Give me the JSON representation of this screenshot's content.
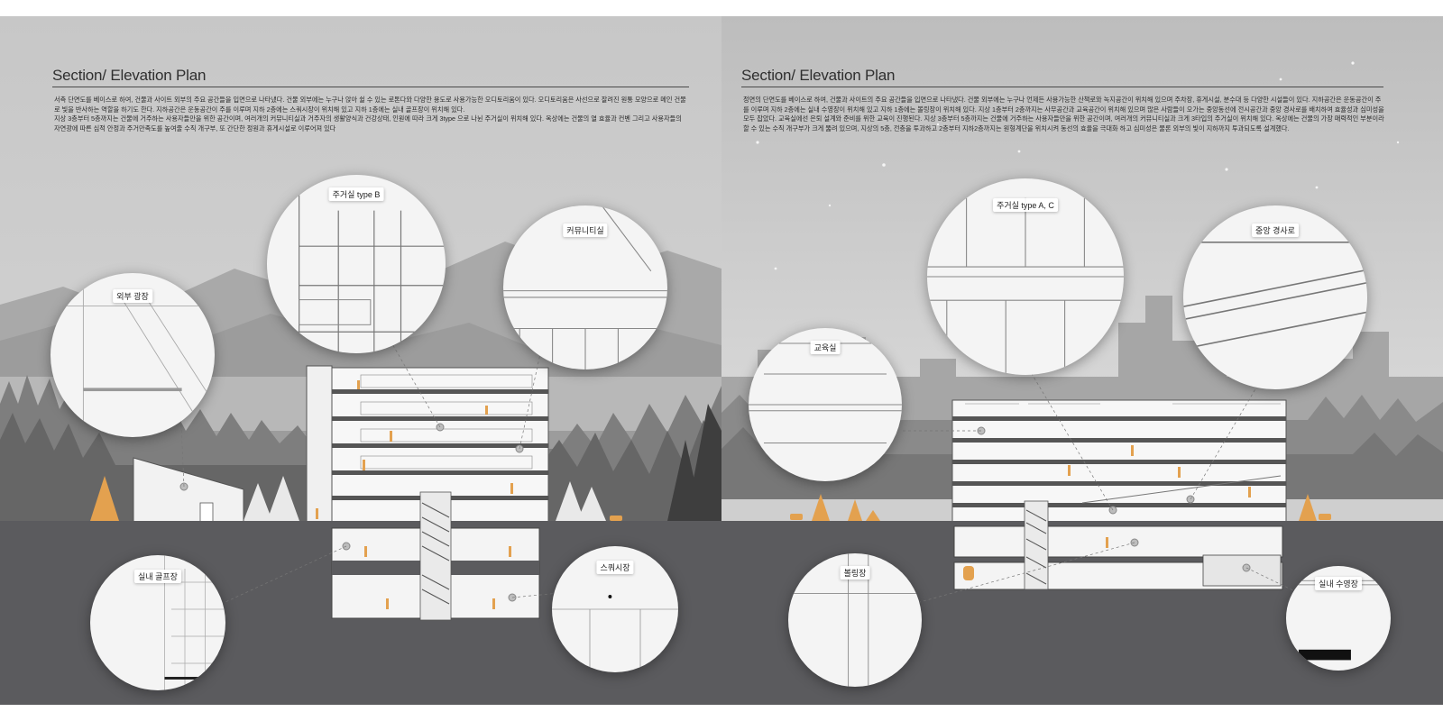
{
  "colors": {
    "ground": "#5b5b5e",
    "accent": "#e3a14f",
    "heading_rule": "#4a4a4a",
    "paper": "#ffffff"
  },
  "panels": [
    {
      "heading": "Section/ Elevation Plan",
      "description": [
        "서측 단면도를 베이스로 하여, 건물과 사이트 외부의 주요 공간들을 입면으로 나타냈다. 건물 외부에는 누구나 앉아 쉴 수 있는 로톤다와 다양한 용도로 사용가능한 오디토리움이 있다. 오디토리움은 사선으로 잘려진 원통 모양으로 메인 건물로 빛을 반사하는 역할을 하기도 한다. 지하공간은 운동공간이 주를 이루며 지하 2층에는 스쿼시장이 위치해 있고 지하 1층에는 실내 골프장이 위치해 있다.",
        "지상 3층부터 5층까지는 건물에 거주하는 사용자들만을 위한 공간이며, 여러개의 커뮤니티실과 거주자의 생활양식과 건강상태, 인원에 따라 크게 3type 으로 나뉜 주거실이 위치해 있다. 옥상에는 건물의 열 효율과 컨벤 그리고 사용자들의 자연광에 따른 심적 안정과 주거만족도를 높여줄 수직 개구부, 또 간단한 정원과 휴게시설로 이루어져 있다"
      ],
      "callouts": [
        "외부 광장",
        "주거실 type B",
        "커뮤니티실",
        "실내 골프장",
        "스쿼시장"
      ]
    },
    {
      "heading": "Section/ Elevation Plan",
      "description": [
        "정면의 단면도를 베이스로 하여, 건물과 사이트의 주요 공간들을 입면으로 나타냈다. 건물 외부에는 누구나 언제든 사용가능한 산책로와 녹지공간이 위치해 있으며 주차장, 휴게시설, 분수대 등 다양한 시설들이 있다. 지하공간은 운동공간이 주를 이루며 지하 2층에는 실내 수영장이 위치해 있고 지하 1층에는 볼링장이 위치해 있다. 지상 1층부터 2층까지는 사무공간과 교육공간이 위치해 있으며 많은 사람들이 오가는 중앙동선에 전시공간과 중앙 경사로를 배치하여 효율성과 심미성을 모두 잡았다. 교육실에선 은퇴 설계와 준비를 위한 교육이 진행된다. 지상 3층부터 5층까지는 건물에 거주하는 사용자들만을 위한 공간이며, 여러개의 커뮤니티실과 크게 3타입의 주거실이 위치해 있다. 옥상에는 건물의 가장 매력적인 부분이라 할 수 있는 수직 개구부가 크게 뚫려 있으며, 지상의 5층, 전층을 투과하고 2층부터 지하2층까지는 원형계단을 위치시켜 동선의 효율을 극대화 하고 심미성은 물론 외부의 빛이 지하까지 투과되도록 설계했다."
      ],
      "callouts": [
        "주거실 type A, C",
        "중앙 경사로",
        "교육실",
        "볼링장",
        "실내 수영장"
      ]
    }
  ]
}
